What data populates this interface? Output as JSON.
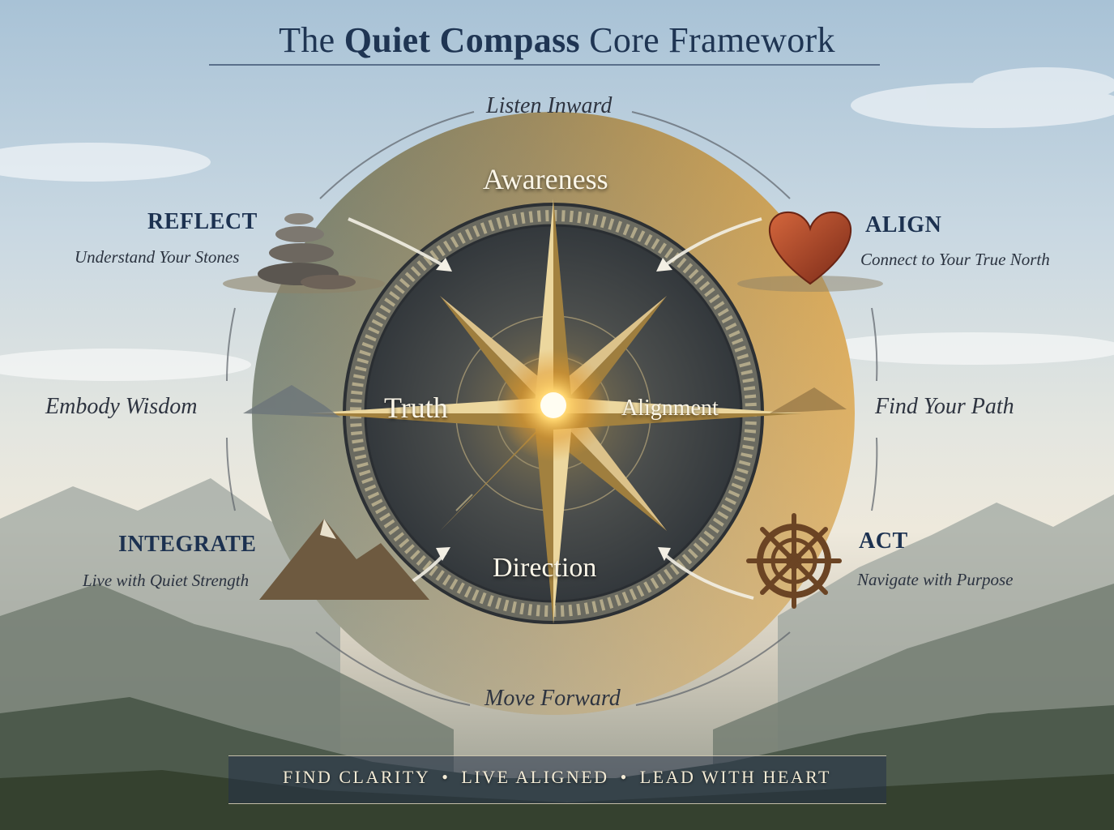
{
  "title": {
    "prefix": "The",
    "bold": "Quiet Compass",
    "suffix": "Core Framework"
  },
  "compass": {
    "north": "Awareness",
    "west": "Truth",
    "east": "Alignment",
    "south": "Direction"
  },
  "ring_labels": {
    "top": "Listen Inward",
    "left": "Embody Wisdom",
    "right": "Find Your Path",
    "bottom": "Move Forward"
  },
  "stages": {
    "reflect": {
      "title": "REFLECT",
      "subtitle": "Understand Your Stones",
      "icon": "stacked-stones-icon"
    },
    "align": {
      "title": "ALIGN",
      "subtitle": "Connect to Your True North",
      "icon": "heart-icon"
    },
    "integrate": {
      "title": "INTEGRATE",
      "subtitle": "Live with Quiet Strength",
      "icon": "mountain-icon"
    },
    "act": {
      "title": "ACT",
      "subtitle": "Navigate with Purpose",
      "icon": "ship-wheel-icon"
    }
  },
  "footer": {
    "item1": "FIND CLARITY",
    "item2": "LIVE ALIGNED",
    "item3": "LEAD WITH HEART",
    "separator": "•"
  },
  "colors": {
    "title": "#1f3553",
    "gold": "#d9b46a",
    "compass_dark": "#3b4146",
    "heart": "#a6432a",
    "wheel": "#6b4424"
  }
}
